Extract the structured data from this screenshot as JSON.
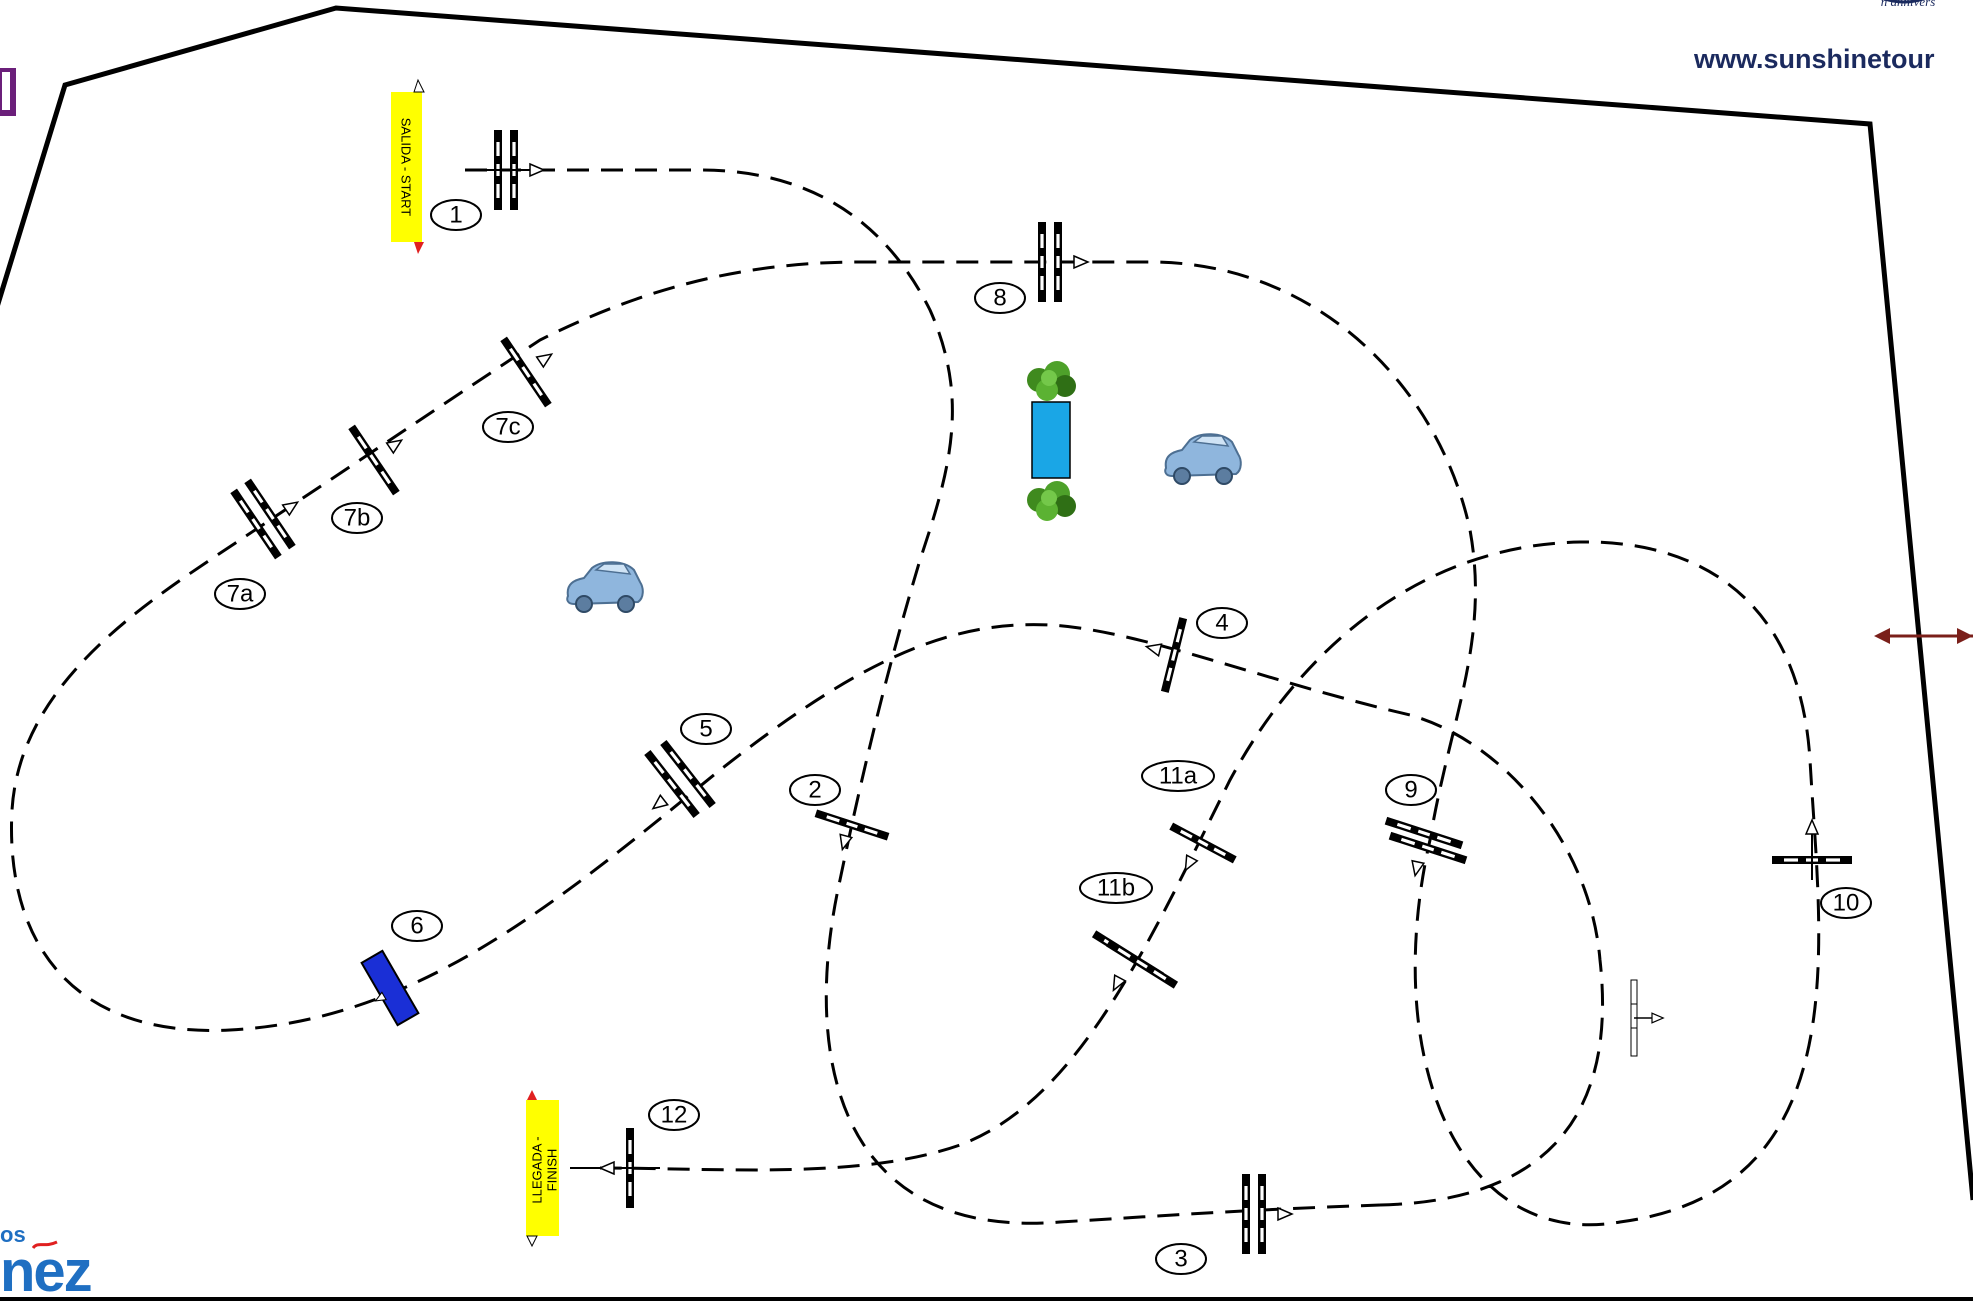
{
  "header": {
    "website": "www.sunshinetour",
    "seal_text": "n annivers"
  },
  "signs": {
    "start": "SALIDA - START",
    "finish_line1": "LLEGADA -",
    "finish_line2": "FINISH"
  },
  "obstacles": {
    "o1": "1",
    "o2": "2",
    "o3": "3",
    "o4": "4",
    "o5": "5",
    "o6": "6",
    "o7a": "7a",
    "o7b": "7b",
    "o7c": "7c",
    "o8": "8",
    "o9": "9",
    "o10": "10",
    "o11a": "11a",
    "o11b": "11b",
    "o12": "12"
  },
  "sponsor_bottom": {
    "small": "os",
    "big": "nez"
  },
  "colors": {
    "start_sign": "#ffff00",
    "water": "#1aa6e6",
    "hedge": "#3f8a1e",
    "wall_fence": "#1a2fd6",
    "arena_arrow": "#7a1f1a",
    "website": "#1b2a5e",
    "sponsor_top": "#6b1f7a",
    "sponsor_bottom": "#1f6fc2",
    "car": "#7fa7cf"
  },
  "icons": [
    "car-icon",
    "water-jump-icon",
    "hedge-icon",
    "direction-arrow-icon",
    "seal-logo-icon"
  ]
}
